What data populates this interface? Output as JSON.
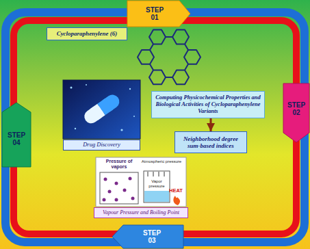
{
  "diagram": {
    "nodes": [
      {
        "text": [
          "STEP 01"
        ]
      },
      {
        "text": [
          "Cycloparaphenylene (6)"
        ]
      },
      {
        "text": [
          "Computing Physicochemical Properties and Biological Activities of Cycloparaphenylene Variants"
        ]
      },
      {
        "text": [
          "Neighborhood degree sum-based indices"
        ]
      },
      {
        "text": [
          "STEP 02"
        ]
      },
      {
        "text": [
          "Drug Discovery"
        ]
      },
      {
        "text": [
          "Vapour Pressure and Boiling Point"
        ]
      },
      {
        "text": [
          "STEP 03"
        ]
      },
      {
        "text": [
          "STEP 04"
        ]
      }
    ],
    "edges": [
      {
        "from": 2,
        "to": 3,
        "arrow": "to"
      }
    ],
    "labels": [
      "Pressure of vapors",
      "Atmospheric pressure",
      "Vapor pressure",
      "HEAT"
    ]
  }
}
